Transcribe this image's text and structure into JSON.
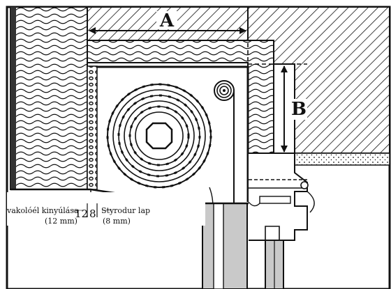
{
  "labels": {
    "dim_a": "A",
    "dim_b": "B",
    "left_note": "vakolóél kinyúlása",
    "left_note_sub": "(12 mm)",
    "num_left": "12",
    "num_right": "8",
    "right_note": "Styrodur lap",
    "right_note_sub": "(8 mm)"
  },
  "colors": {
    "line": "#111111",
    "fill_grey": "#c9c9c9",
    "background": "#ffffff"
  }
}
